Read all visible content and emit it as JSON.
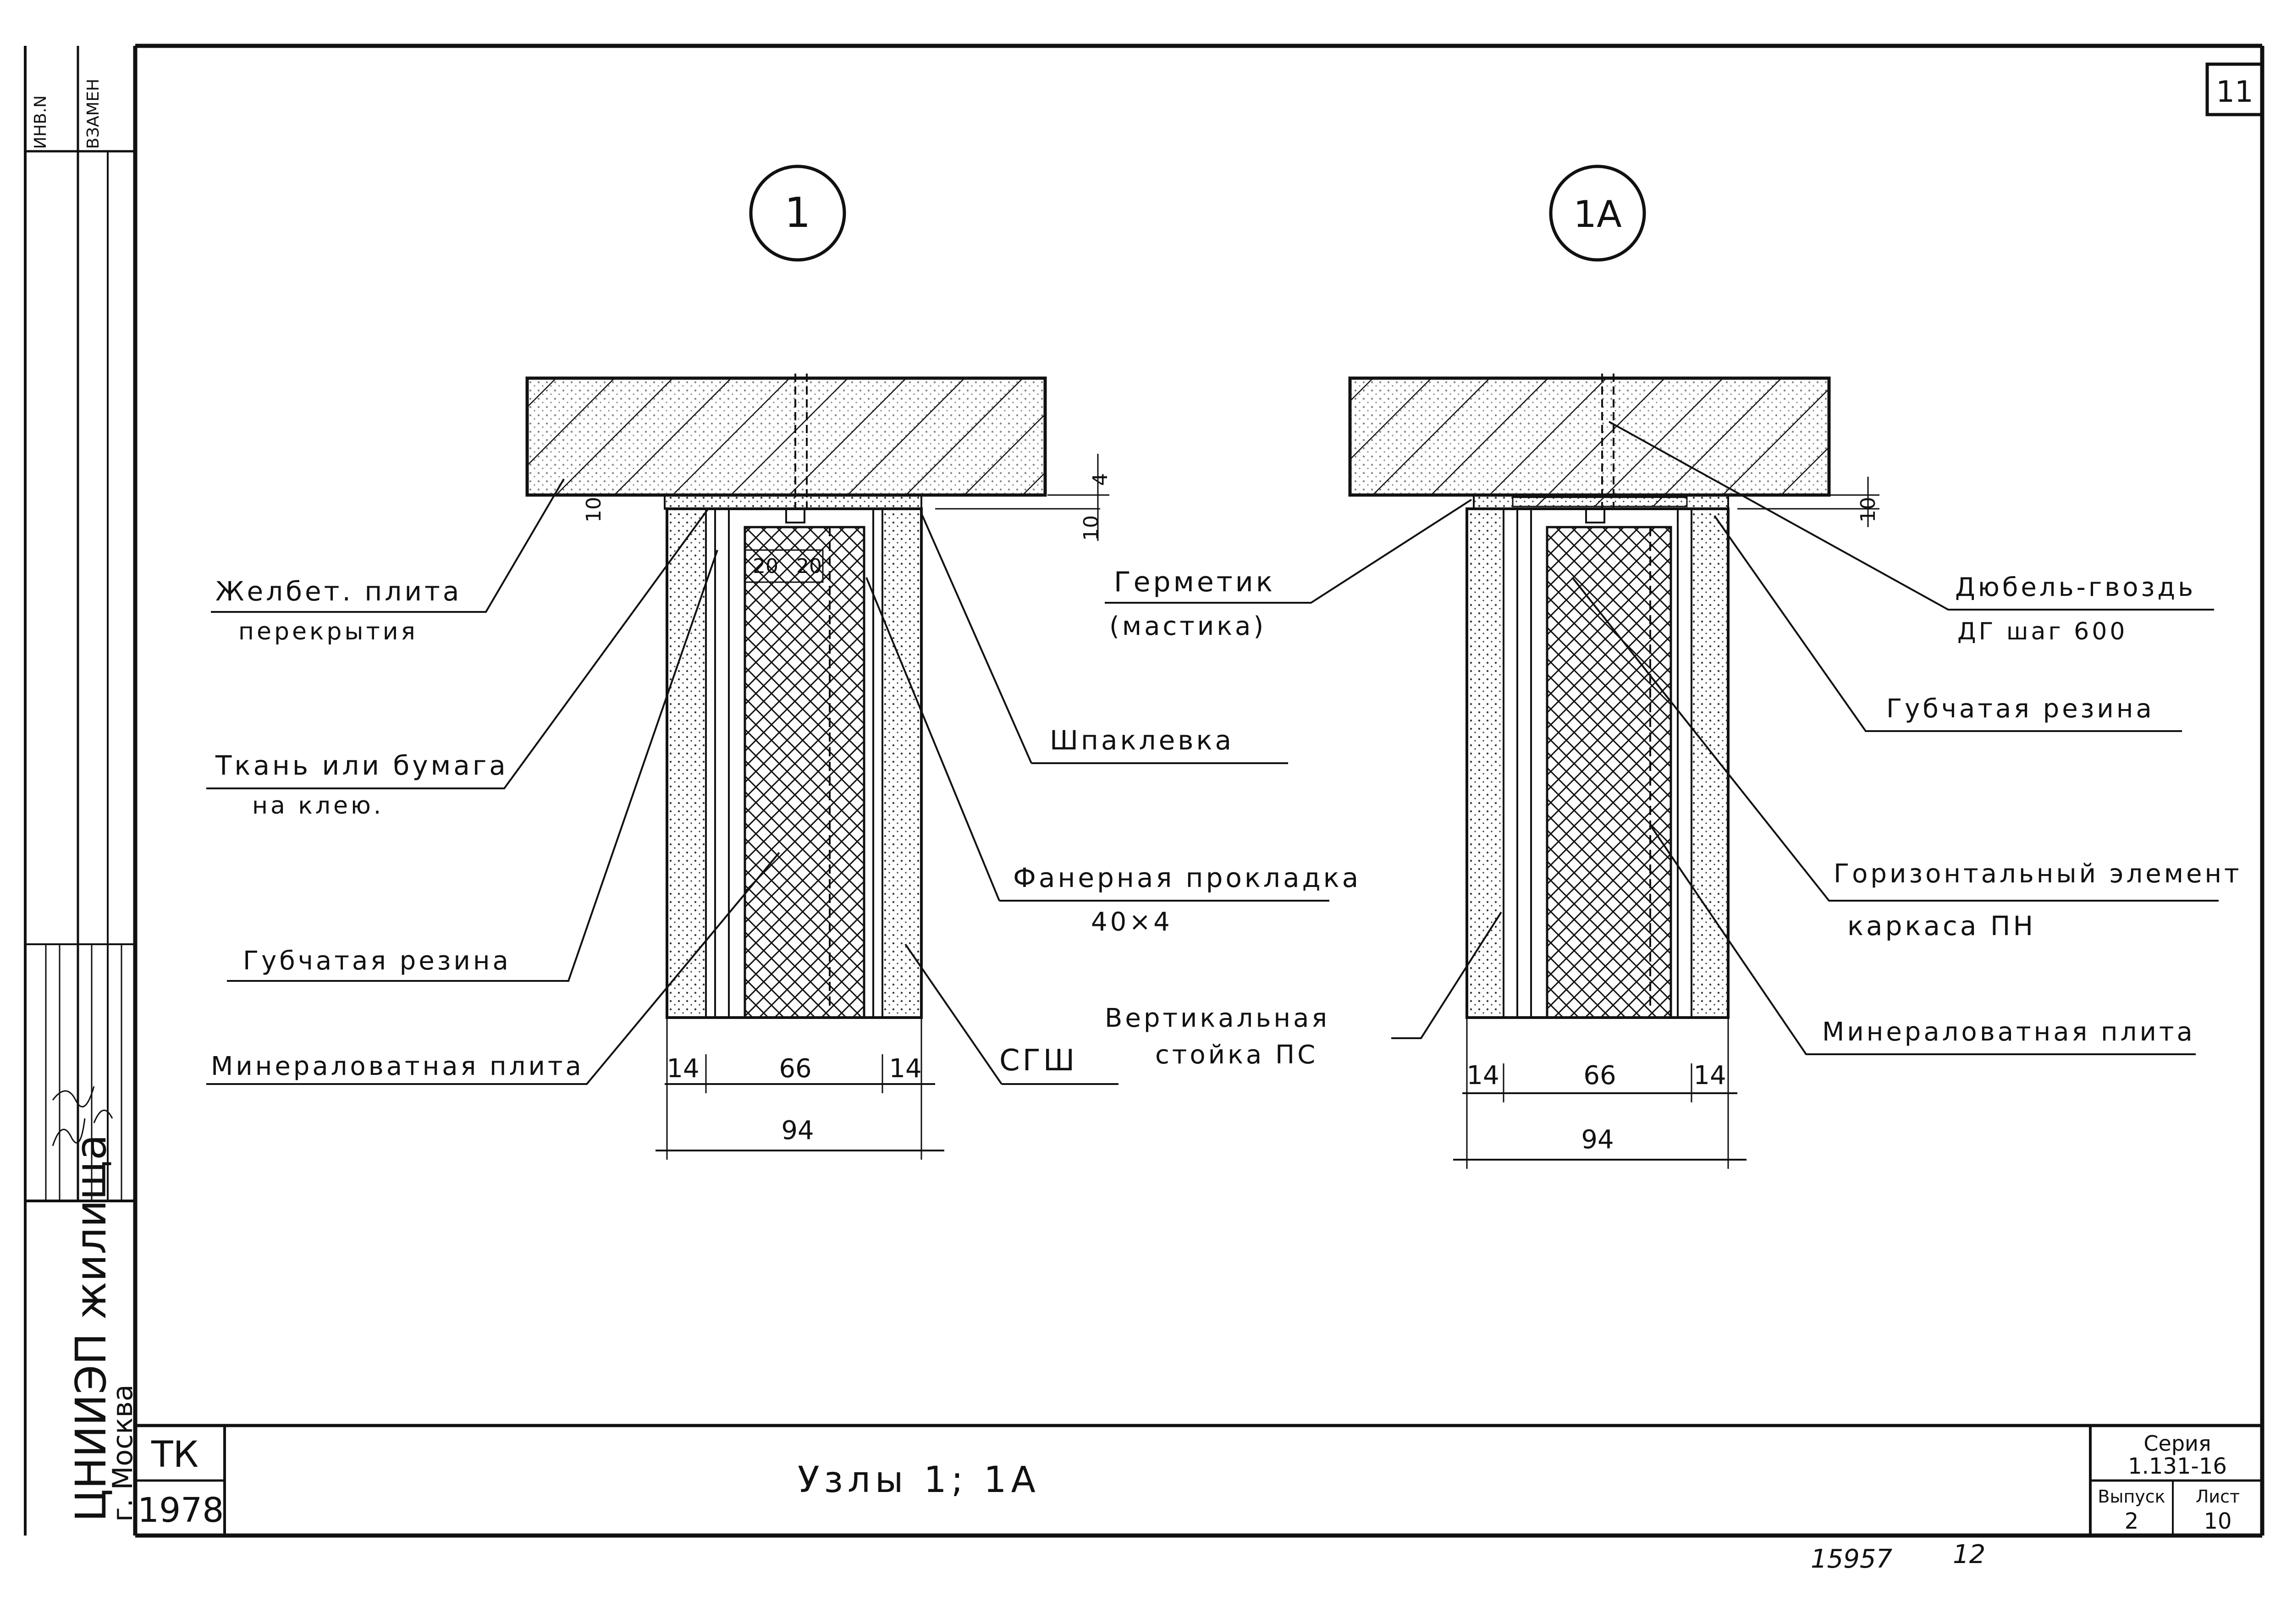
{
  "sheet_number": "11",
  "node_markers": [
    "1",
    "1А"
  ],
  "left_labels": {
    "slab": [
      "Желбет. плита",
      "перекрытия"
    ],
    "fabric": [
      "Ткань или бумага",
      "на клею."
    ],
    "rubber": "Губчатая резина",
    "mineral": "Минераловатная плита",
    "putty": "Шпаклевка",
    "plywood": [
      "Фанерная прокладка",
      "40×4"
    ],
    "gypsum": "СГШ"
  },
  "right_labels": {
    "sealant": [
      "Герметик",
      "(мастика)"
    ],
    "dowel": [
      "Дюбель-гвоздь",
      "ДГ шаг 600"
    ],
    "rubber": "Губчатая резина",
    "horizontal": [
      "Горизонтальный элемент",
      "каркаса ПН"
    ],
    "vertical": [
      "Вертикальная",
      "стойка ПС"
    ],
    "mineral": "Минераловатная плита"
  },
  "dims_left": {
    "a": "14",
    "b": "66",
    "c": "14",
    "total": "94",
    "top1": "10",
    "top2": "10",
    "top3": "4",
    "w1": "20",
    "w2": "20"
  },
  "dims_right": {
    "a": "14",
    "b": "66",
    "c": "14",
    "total": "94",
    "top1": "10"
  },
  "side_stamp": {
    "inv": "ИНВ.N",
    "replace": "ВЗАМЕН",
    "org": "ЦНИИЭП жилища",
    "city": "г. Москва"
  },
  "title_block": {
    "code": "ТК",
    "year": "1978",
    "title": "Узлы 1; 1А",
    "series_label": "Серия",
    "series": "1.131-16",
    "issue_label": "Выпуск",
    "issue": "2",
    "sheet_label": "Лист",
    "sheet": "10"
  },
  "footer_numbers": [
    "15957",
    "12"
  ]
}
